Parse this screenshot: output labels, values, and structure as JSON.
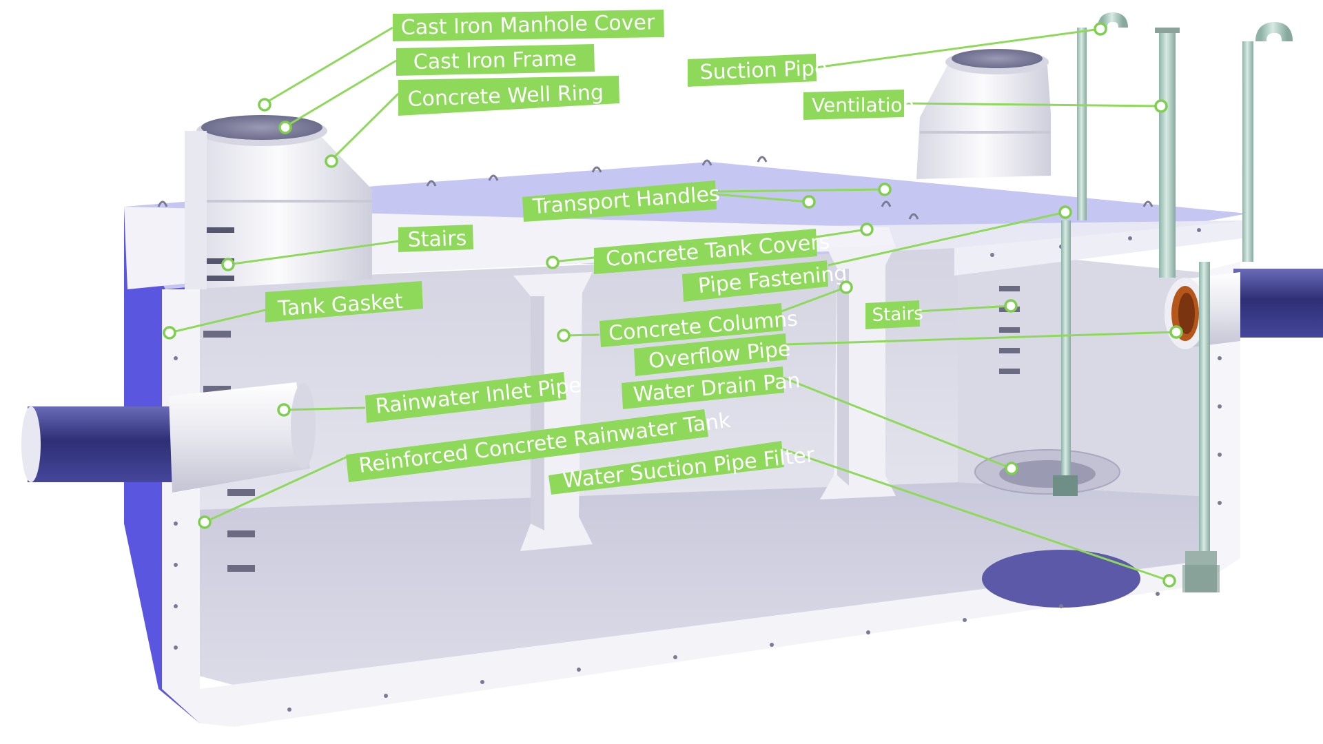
{
  "diagram": {
    "labels": [
      {
        "id": "cast-iron-manhole-cover",
        "text": "Cast Iron Manhole Cover"
      },
      {
        "id": "cast-iron-frame",
        "text": "Cast Iron Frame"
      },
      {
        "id": "concrete-well-ring",
        "text": "Concrete Well Ring"
      },
      {
        "id": "stairs-left",
        "text": "Stairs"
      },
      {
        "id": "tank-gasket",
        "text": "Tank Gasket"
      },
      {
        "id": "transport-handles",
        "text": "Transport Handles"
      },
      {
        "id": "concrete-tank-covers",
        "text": "Concrete Tank Covers"
      },
      {
        "id": "pipe-fastening",
        "text": "Pipe Fastening"
      },
      {
        "id": "concrete-columns",
        "text": "Concrete Columns"
      },
      {
        "id": "stairs-right",
        "text": "Stairs"
      },
      {
        "id": "overflow-pipe",
        "text": "Overflow Pipe"
      },
      {
        "id": "water-drain-pan",
        "text": "Water Drain Pan"
      },
      {
        "id": "rainwater-inlet-pipe",
        "text": "Rainwater Inlet Pipe"
      },
      {
        "id": "reinforced-concrete-rainwater-tank",
        "text": "Reinforced Concrete Rainwater Tank"
      },
      {
        "id": "water-suction-pipe-filter",
        "text": "Water Suction Pipe Filter"
      },
      {
        "id": "suction-pipe",
        "text": "Suction Pipe"
      },
      {
        "id": "ventilation",
        "text": "Ventilation"
      }
    ],
    "colors": {
      "label_background": "#8ed95a",
      "label_text": "#ffffff",
      "tank_body": "#f0f0f6",
      "tank_shadow_side": "#5a56e0",
      "pipe": "#3e3f8c",
      "suction_pipe": "#b8d4cc",
      "overflow_ring": "#b5561a"
    }
  }
}
